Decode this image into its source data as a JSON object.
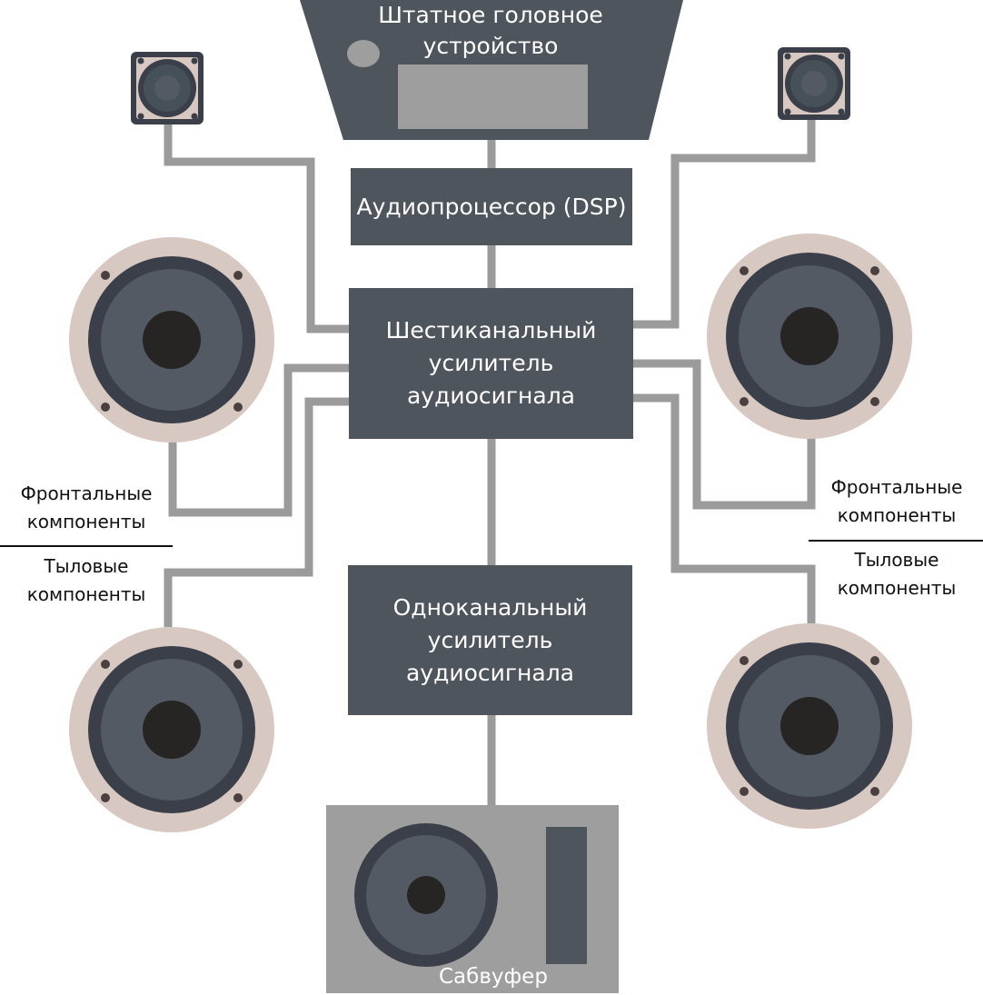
{
  "diagram": {
    "head_unit": {
      "label": "Штатное головное\nустройство"
    },
    "dsp": {
      "label": "Аудиопроцессор (DSP)"
    },
    "six_channel_amp": {
      "label": "Шестиканальный\nусилитель\nаудиосигнала"
    },
    "mono_amp": {
      "label": "Одноканальный\nусилитель\nаудиосигнала"
    },
    "subwoofer": {
      "label": "Сабвуфер"
    },
    "left_labels": {
      "front": "Фронтальные\nкомпоненты",
      "rear": "Тыловые\nкомпоненты"
    },
    "right_labels": {
      "front": "Фронтальные\nкомпоненты",
      "rear": "Тыловые\nкомпоненты"
    }
  },
  "colors": {
    "box": "#4f555c",
    "wire": "#9b9b9b",
    "screen": "#9e9e9e",
    "speaker_rim": "#d8c8c2",
    "speaker_surround": "#3a3f4a",
    "speaker_cone": "#535a63",
    "speaker_cap": "#272424"
  }
}
